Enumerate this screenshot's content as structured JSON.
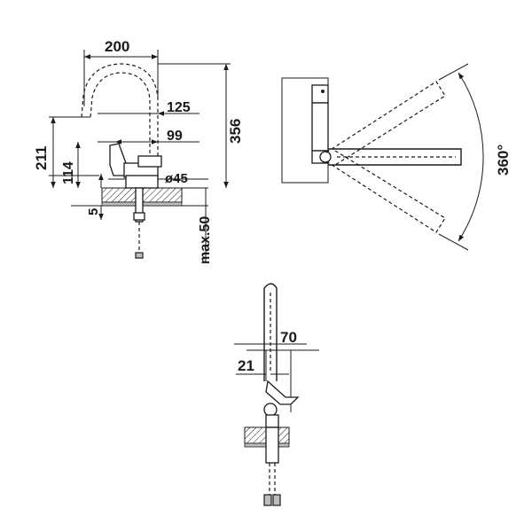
{
  "side_view": {
    "dim_width": "200",
    "dim_height_total": "356",
    "dim_reach": "125",
    "dim_outlet_reach": "99",
    "dim_height_outlet": "211",
    "dim_height_lever": "114",
    "dim_diameter": "ø45",
    "dim_thickness": "5",
    "dim_max_counter": "max.50"
  },
  "top_view": {
    "dim_rotation": "360°"
  },
  "front_view": {
    "dim_width": "70",
    "dim_offset": "21"
  }
}
